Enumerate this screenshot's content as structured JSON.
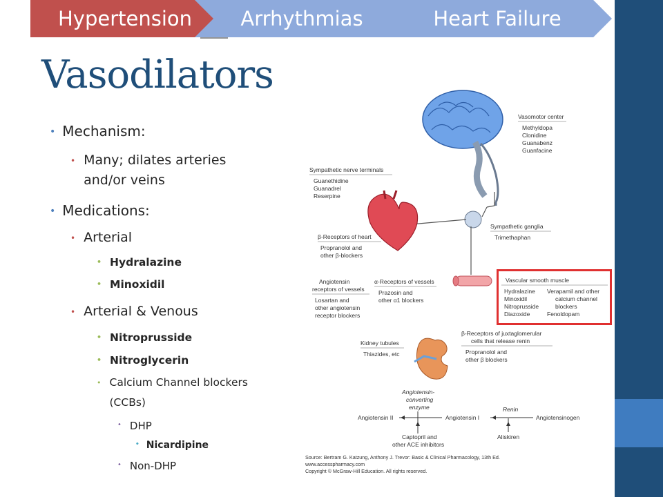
{
  "tabs": [
    {
      "label": "Hypertension",
      "color": "#c0504d",
      "active": true
    },
    {
      "label": "Arrhythmias",
      "color": "#8eaadc",
      "active": false
    },
    {
      "label": "Heart Failure",
      "color": "#8eaadc",
      "active": false
    }
  ],
  "title": "Vasodilators",
  "bullets": {
    "mechanism": "Mechanism:",
    "mechanism_detail": "Many; dilates arteries and/or veins",
    "medications": "Medications:",
    "arterial": "Arterial",
    "hydralazine": "Hydralazine",
    "minoxidil": "Minoxidil",
    "arterial_venous": "Arterial & Venous",
    "nitroprusside": "Nitroprusside",
    "nitroglycerin": "Nitroglycerin",
    "ccb": "Calcium Channel blockers (CCBs)",
    "dhp": "DHP",
    "nicardipine": "Nicardipine",
    "non_dhp": "Non-DHP"
  },
  "diagram": {
    "vasomotor_center": "Vasomotor center",
    "vasomotor_drugs": [
      "Methyldopa",
      "Clonidine",
      "Guanabenz",
      "Guanfacine"
    ],
    "sympathetic_terminals": "Sympathetic nerve terminals",
    "terminal_drugs": [
      "Guanethidine",
      "Guanadrel",
      "Reserpine"
    ],
    "beta_heart": "β-Receptors of heart",
    "beta_heart_drugs": [
      "Propranolol and",
      "other β-blockers"
    ],
    "sympathetic_ganglia": "Sympathetic ganglia",
    "ganglia_drug": "Trimethaphan",
    "angiotensin_receptors": [
      "Angiotensin",
      "receptors of vessels"
    ],
    "angiotensin_receptor_drugs": [
      "Losartan and",
      "other angiotensin",
      "receptor blockers"
    ],
    "alpha_receptors": "α-Receptors of vessels",
    "alpha_drugs": [
      "Prazosin and",
      "other α1 blockers"
    ],
    "vascular_smooth_muscle": "Vascular smooth muscle",
    "vsm_drugs_left": [
      "Hydralazine",
      "Minoxidil",
      "Nitroprusside",
      "Diazoxide"
    ],
    "vsm_drugs_right": [
      "Verapamil and other",
      "calcium channel",
      "blockers",
      "Fenoldopam"
    ],
    "kidney_tubules": "Kidney tubules",
    "kidney_drugs": "Thiazides, etc",
    "beta_renin": [
      "β-Receptors of juxtaglomerular",
      "cells that release renin"
    ],
    "beta_renin_drugs": [
      "Propranolol and",
      "other β blockers"
    ],
    "ace_enzyme": [
      "Angiotensin-",
      "converting",
      "enzyme"
    ],
    "angiotensin_ii": "Angiotensin II",
    "angiotensin_i": "Angiotensin I",
    "renin": "Renin",
    "angiotensinogen": "Angiotensinogen",
    "ace_inhibitors": [
      "Captopril and",
      "other ACE inhibitors"
    ],
    "aliskiren": "Aliskiren",
    "source": [
      "Source: Bertram G. Katzung, Anthony J. Trevor: Basic & Clinical Pharmacology, 13th Ed.",
      "www.accesspharmacy.com",
      "Copyright © McGraw-Hill Education. All rights reserved."
    ]
  }
}
